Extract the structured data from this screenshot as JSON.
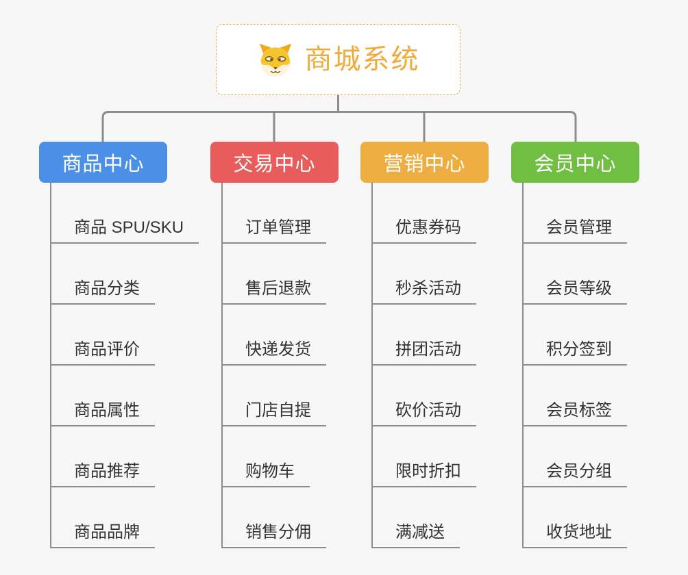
{
  "canvas": {
    "background_color": "#F7F7F7",
    "connector_color": "#8C8C8C"
  },
  "root": {
    "title": "商城系统",
    "icon": "doge-icon",
    "text_color": "#F0AB3C",
    "border_color": "#F0A843"
  },
  "branches": [
    {
      "label": "商品中心",
      "color": "#4B90E6",
      "children": [
        "商品 SPU/SKU",
        "商品分类",
        "商品评价",
        "商品属性",
        "商品推荐",
        "商品品牌"
      ]
    },
    {
      "label": "交易中心",
      "color": "#E95C5C",
      "children": [
        "订单管理",
        "售后退款",
        "快递发货",
        "门店自提",
        "购物车",
        "销售分佣"
      ]
    },
    {
      "label": "营销中心",
      "color": "#EEAD40",
      "children": [
        "优惠券码",
        "秒杀活动",
        "拼团活动",
        "砍价活动",
        "限时折扣",
        "满减送"
      ]
    },
    {
      "label": "会员中心",
      "color": "#70BF42",
      "children": [
        "会员管理",
        "会员等级",
        "积分签到",
        "会员标签",
        "会员分组",
        "收货地址"
      ]
    }
  ]
}
